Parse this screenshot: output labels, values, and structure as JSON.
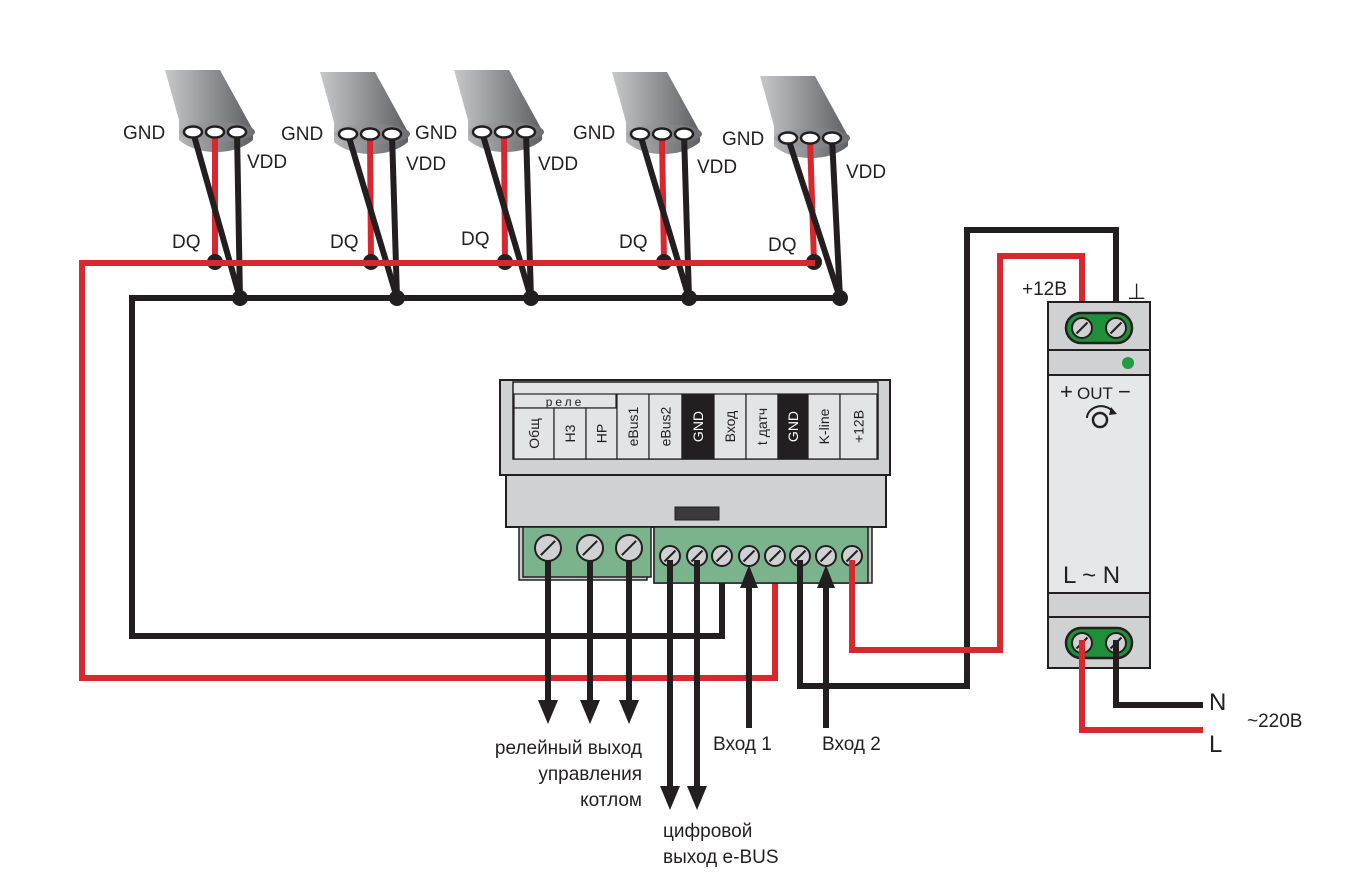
{
  "colors": {
    "wire_red": "#d7282f",
    "wire_black": "#231f20",
    "terminal_green": "#7bb38d",
    "psu_green": "#1f8f3a",
    "housing_gray": "#d0d1d3",
    "led_green": "#1f9a45"
  },
  "sensors": [
    {
      "gnd": "GND",
      "vdd": "VDD",
      "dq": "DQ"
    },
    {
      "gnd": "GND",
      "vdd": "VDD",
      "dq": "DQ"
    },
    {
      "gnd": "GND",
      "vdd": "VDD",
      "dq": "DQ"
    },
    {
      "gnd": "GND",
      "vdd": "VDD",
      "dq": "DQ"
    },
    {
      "gnd": "GND",
      "vdd": "VDD",
      "dq": "DQ"
    }
  ],
  "controller": {
    "relay_group_label": "реле",
    "terminals": [
      "Общ",
      "Н3",
      "НР",
      "eBus1",
      "eBus2",
      "GND",
      "Вход",
      "t датч",
      "GND",
      "K-line",
      "+12В"
    ],
    "dark_terminals": [
      5,
      8
    ]
  },
  "psu": {
    "plus12_label": "+12В",
    "ground_symbol": "⊥",
    "out_label": "OUT",
    "out_plus": "+",
    "out_minus": "−",
    "adjust_symbol": "↻",
    "ac_label": "L ~ N",
    "n_label": "N",
    "l_label": "L",
    "mains_label": "~220В"
  },
  "outputs": {
    "relay_line1": "релейный выход",
    "relay_line2": "управления",
    "relay_line3": "котлом",
    "ebus_line1": "цифровой",
    "ebus_line2": "выход e-BUS",
    "input1": "Вход 1",
    "input2": "Вход 2"
  }
}
